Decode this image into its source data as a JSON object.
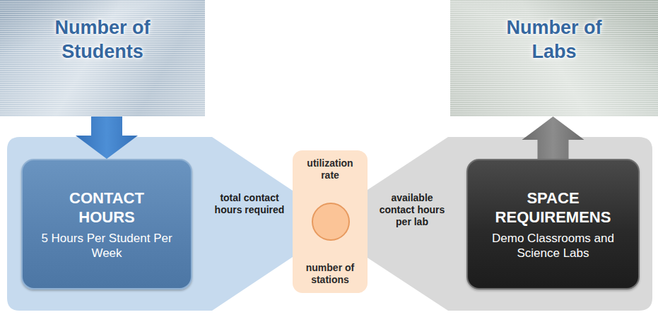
{
  "diagram": {
    "nodes": [
      {
        "text": [
          "Number of Students"
        ]
      },
      {
        "text": [
          "total contact hours required"
        ]
      },
      {
        "text": [
          "CONTACT HOURS",
          "5 Hours Per Student Per Week"
        ],
        "in": 1
      },
      {
        "text": [
          "utilization rate",
          "number of stations"
        ]
      },
      {
        "text": [
          "available contact hours per lab"
        ]
      },
      {
        "text": [
          "SPACE REQUIREMENS",
          "Demo Classrooms and Science Labs"
        ],
        "in": 4
      },
      {
        "text": [
          "Number of Labs"
        ]
      }
    ],
    "edges": [
      {
        "from": 0,
        "to": 2,
        "arrow": "to"
      },
      {
        "from": 5,
        "to": 6,
        "arrow": "to"
      }
    ]
  }
}
